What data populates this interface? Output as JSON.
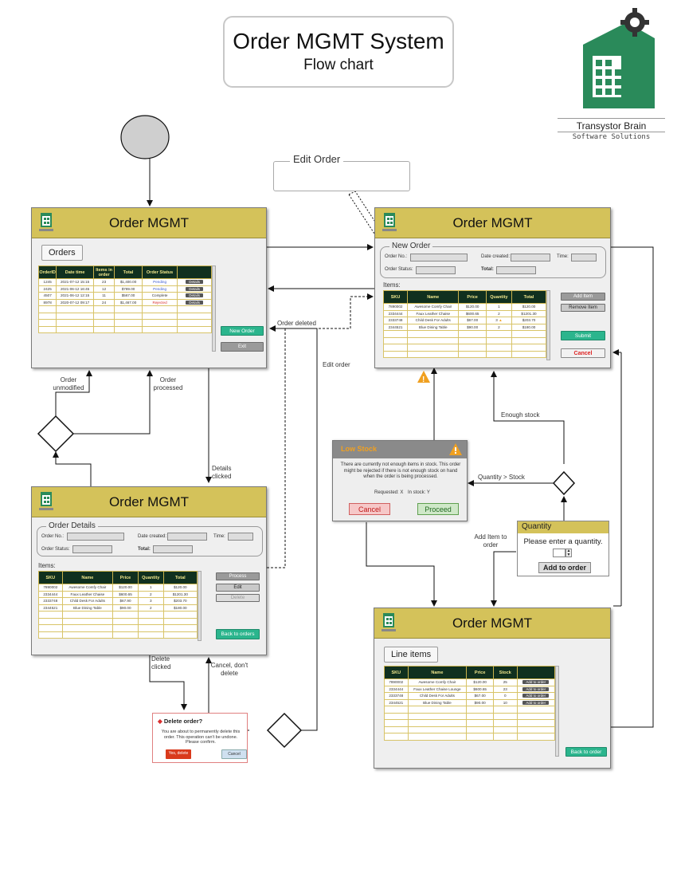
{
  "header": {
    "title": "Order MGMT System",
    "subtitle": "Flow chart"
  },
  "logo": {
    "name": "Transystor Brain",
    "tagline": "Software Solutions"
  },
  "edit_order_label": "Edit Order",
  "window_title": "Order MGMT",
  "orders_window": {
    "section": "Orders",
    "columns": [
      "OrderID",
      "Date time",
      "Items in order",
      "Total",
      "Order Status",
      ""
    ],
    "rows": [
      {
        "id": "1245",
        "date": "2021-07-12 15:15",
        "items": "23",
        "total": "$1,400.00",
        "status": "Pending",
        "status_color": "#3a59d0",
        "action": "Details"
      },
      {
        "id": "2425",
        "date": "2021-06-12 16:45",
        "items": "12",
        "total": "$789.00",
        "status": "Pending",
        "status_color": "#3a59d0",
        "action": "Details"
      },
      {
        "id": "4507",
        "date": "2021-06-12 12:15",
        "items": "11",
        "total": "$567.00",
        "status": "Complete",
        "status_color": "#333333",
        "action": "Details"
      },
      {
        "id": "8978",
        "date": "2020-07-12 09:17",
        "items": "24",
        "total": "$1,467.00",
        "status": "Rejected",
        "status_color": "#d83030",
        "action": "Details"
      }
    ],
    "new_order_button": "New Order",
    "exit_button": "Exit"
  },
  "new_order_window": {
    "legend": "New Order",
    "order_no_label": "Order No.:",
    "date_created_label": "Date created:",
    "time_label": "Time:",
    "order_status_label": "Order Status:",
    "total_label": "Total:",
    "items_label": "Items:",
    "columns": [
      "SKU",
      "Name",
      "Price",
      "Quantity",
      "Total"
    ],
    "rows": [
      {
        "sku": "7890002",
        "name": "Awesome Comfy Chair",
        "price": "$120.00",
        "qty": "1",
        "total": "$120.00"
      },
      {
        "sku": "2334444",
        "name": "Faux Leather Chaise",
        "price": "$600.65",
        "qty": "2",
        "total": "$1201.30"
      },
      {
        "sku": "2333748",
        "name": "Child Desk For Adults",
        "price": "$67.00",
        "qty": "3",
        "total": "$203.70"
      },
      {
        "sku": "2344521",
        "name": "Blue Dining Table",
        "price": "$90.00",
        "qty": "2",
        "total": "$180.00"
      }
    ],
    "add_item_button": "Add Item",
    "remove_item_button": "Remove Item",
    "submit_button": "Submit",
    "cancel_button": "Cancel"
  },
  "details_window": {
    "legend": "Order Details",
    "order_no_label": "Order No.:",
    "date_created_label": "Date created:",
    "time_label": "Time:",
    "order_status_label": "Order Status:",
    "total_label": "Total:",
    "items_label": "Items:",
    "columns": [
      "SKU",
      "Name",
      "Price",
      "Quantity",
      "Total"
    ],
    "rows": [
      {
        "sku": "7890002",
        "name": "Awesome Comfy Chair",
        "price": "$120.00",
        "qty": "1",
        "total": "$120.00"
      },
      {
        "sku": "2334444",
        "name": "Faux Leather Chaise",
        "price": "$600.65",
        "qty": "2",
        "total": "$1201.30"
      },
      {
        "sku": "2333748",
        "name": "Child Desk For Adults",
        "price": "$67.90",
        "qty": "3",
        "total": "$203.70"
      },
      {
        "sku": "2344521",
        "name": "Blue Dining Table",
        "price": "$90.00",
        "qty": "2",
        "total": "$180.00"
      }
    ],
    "process_button": "Process",
    "edit_button": "Edit",
    "delete_button": "Delete",
    "back_button": "Back to orders"
  },
  "line_items_window": {
    "section": "Line items",
    "columns": [
      "SKU",
      "Name",
      "Price",
      "Stock",
      ""
    ],
    "rows": [
      {
        "sku": "7890002",
        "name": "Awesome Comfy Chair",
        "price": "$120.00",
        "stock": "25",
        "action": "Add to order"
      },
      {
        "sku": "2334444",
        "name": "Faux Leather Chaise Lounge",
        "price": "$600.65",
        "stock": "23",
        "action": "Add to order"
      },
      {
        "sku": "2333748",
        "name": "Child Desk For Adults",
        "price": "$67.00",
        "stock": "0",
        "action": "Add to order"
      },
      {
        "sku": "2344521",
        "name": "Blue Dining Table",
        "price": "$90.00",
        "stock": "10",
        "action": "Add to order"
      }
    ],
    "back_button": "Back to order"
  },
  "low_stock_dialog": {
    "title": "Low Stock",
    "message": "There are currently not enough items in stock. This order might be rejected if there is not enough stock on hand when the order is being processed.",
    "requested": "Requested: X",
    "in_stock": "In stock: Y",
    "cancel_button": "Cancel",
    "proceed_button": "Proceed"
  },
  "quantity_dialog": {
    "title": "Quantity",
    "prompt": "Please enter a quantity.",
    "add_button": "Add to order"
  },
  "delete_dialog": {
    "title": "Delete order?",
    "message": "You are about to permanently delete this order. This operation can't be undone. Please confirm.",
    "confirm_button": "Yes, delete",
    "cancel_button": "Cancel"
  },
  "flow_labels": {
    "order_unmodified": "Order unmodified",
    "order_processed": "Order processed",
    "details_clicked": "Details clicked",
    "order_deleted": "Order deleted",
    "edit_order": "Edit order",
    "delete_clicked": "Delete clicked",
    "cancel_dont_delete": "Cancel, don't delete",
    "enough_stock": "Enough stock",
    "quantity_gt_stock": "Quantity > Stock",
    "add_item_to_order": "Add Item to order"
  },
  "colors": {
    "header_gold": "#d4c25a",
    "table_head": "#10301f",
    "accent_green": "#2bb58d",
    "logo_green": "#2a8a5a",
    "warning": "#f0a020",
    "danger": "#d83030"
  },
  "icons": [
    "start-node",
    "decision-diamond",
    "warning-icon",
    "gear-icon",
    "building-logo-icon",
    "spinner-icon"
  ]
}
